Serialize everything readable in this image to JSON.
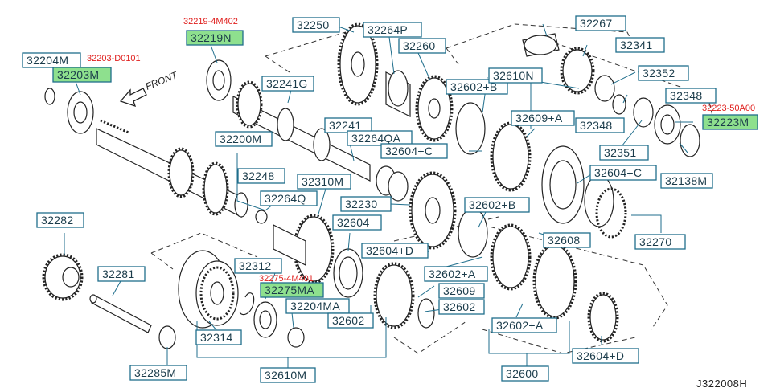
{
  "diagram_code": "J322008H",
  "front_label": "FRONT",
  "labels": {
    "p32204M": "32204M",
    "p32203M": "32203M",
    "p32219N": "32219N",
    "p32250": "32250",
    "p32264P": "32264P",
    "p32260": "32260",
    "p32267": "32267",
    "p32341": "32341",
    "p32352": "32352",
    "p32348a": "32348",
    "p32223M": "32223M",
    "p32241G": "32241G",
    "p32602Ba": "32602+B",
    "p32610N": "32610N",
    "p32609A": "32609+A",
    "p32348b": "32348",
    "p32241": "32241",
    "p32264QA": "32264QA",
    "p32604C": "32604+C",
    "p32351": "32351",
    "p32200M": "32200M",
    "p32604Cb": "32604+C",
    "p32138M": "32138M",
    "p32248": "32248",
    "p32310M": "32310M",
    "p32264Q": "32264Q",
    "p32230": "32230",
    "p32602Bb": "32602+B",
    "p32282": "32282",
    "p32604": "32604",
    "p32608": "32608",
    "p32270": "32270",
    "p32604D": "32604+D",
    "p32312": "32312",
    "p32281": "32281",
    "p32602Aa": "32602+A",
    "p32275MA": "32275MA",
    "p32609": "32609",
    "p32204MA": "32204MA",
    "p32602b": "32602",
    "p32602a": "32602",
    "p32314": "32314",
    "p32602Ab": "32602+A",
    "p32285M": "32285M",
    "p32604Db": "32604+D",
    "p32610M": "32610M",
    "p32600": "32600"
  },
  "red_notes": {
    "n32219": "32219-4M402",
    "n32203": "32203-D0101",
    "n32223": "32223-50A00",
    "n32275": "32275-4M401"
  },
  "colors": {
    "highlight": "#8ee08e",
    "note_red": "#e0201e",
    "label_border": "#1f6e8c"
  }
}
